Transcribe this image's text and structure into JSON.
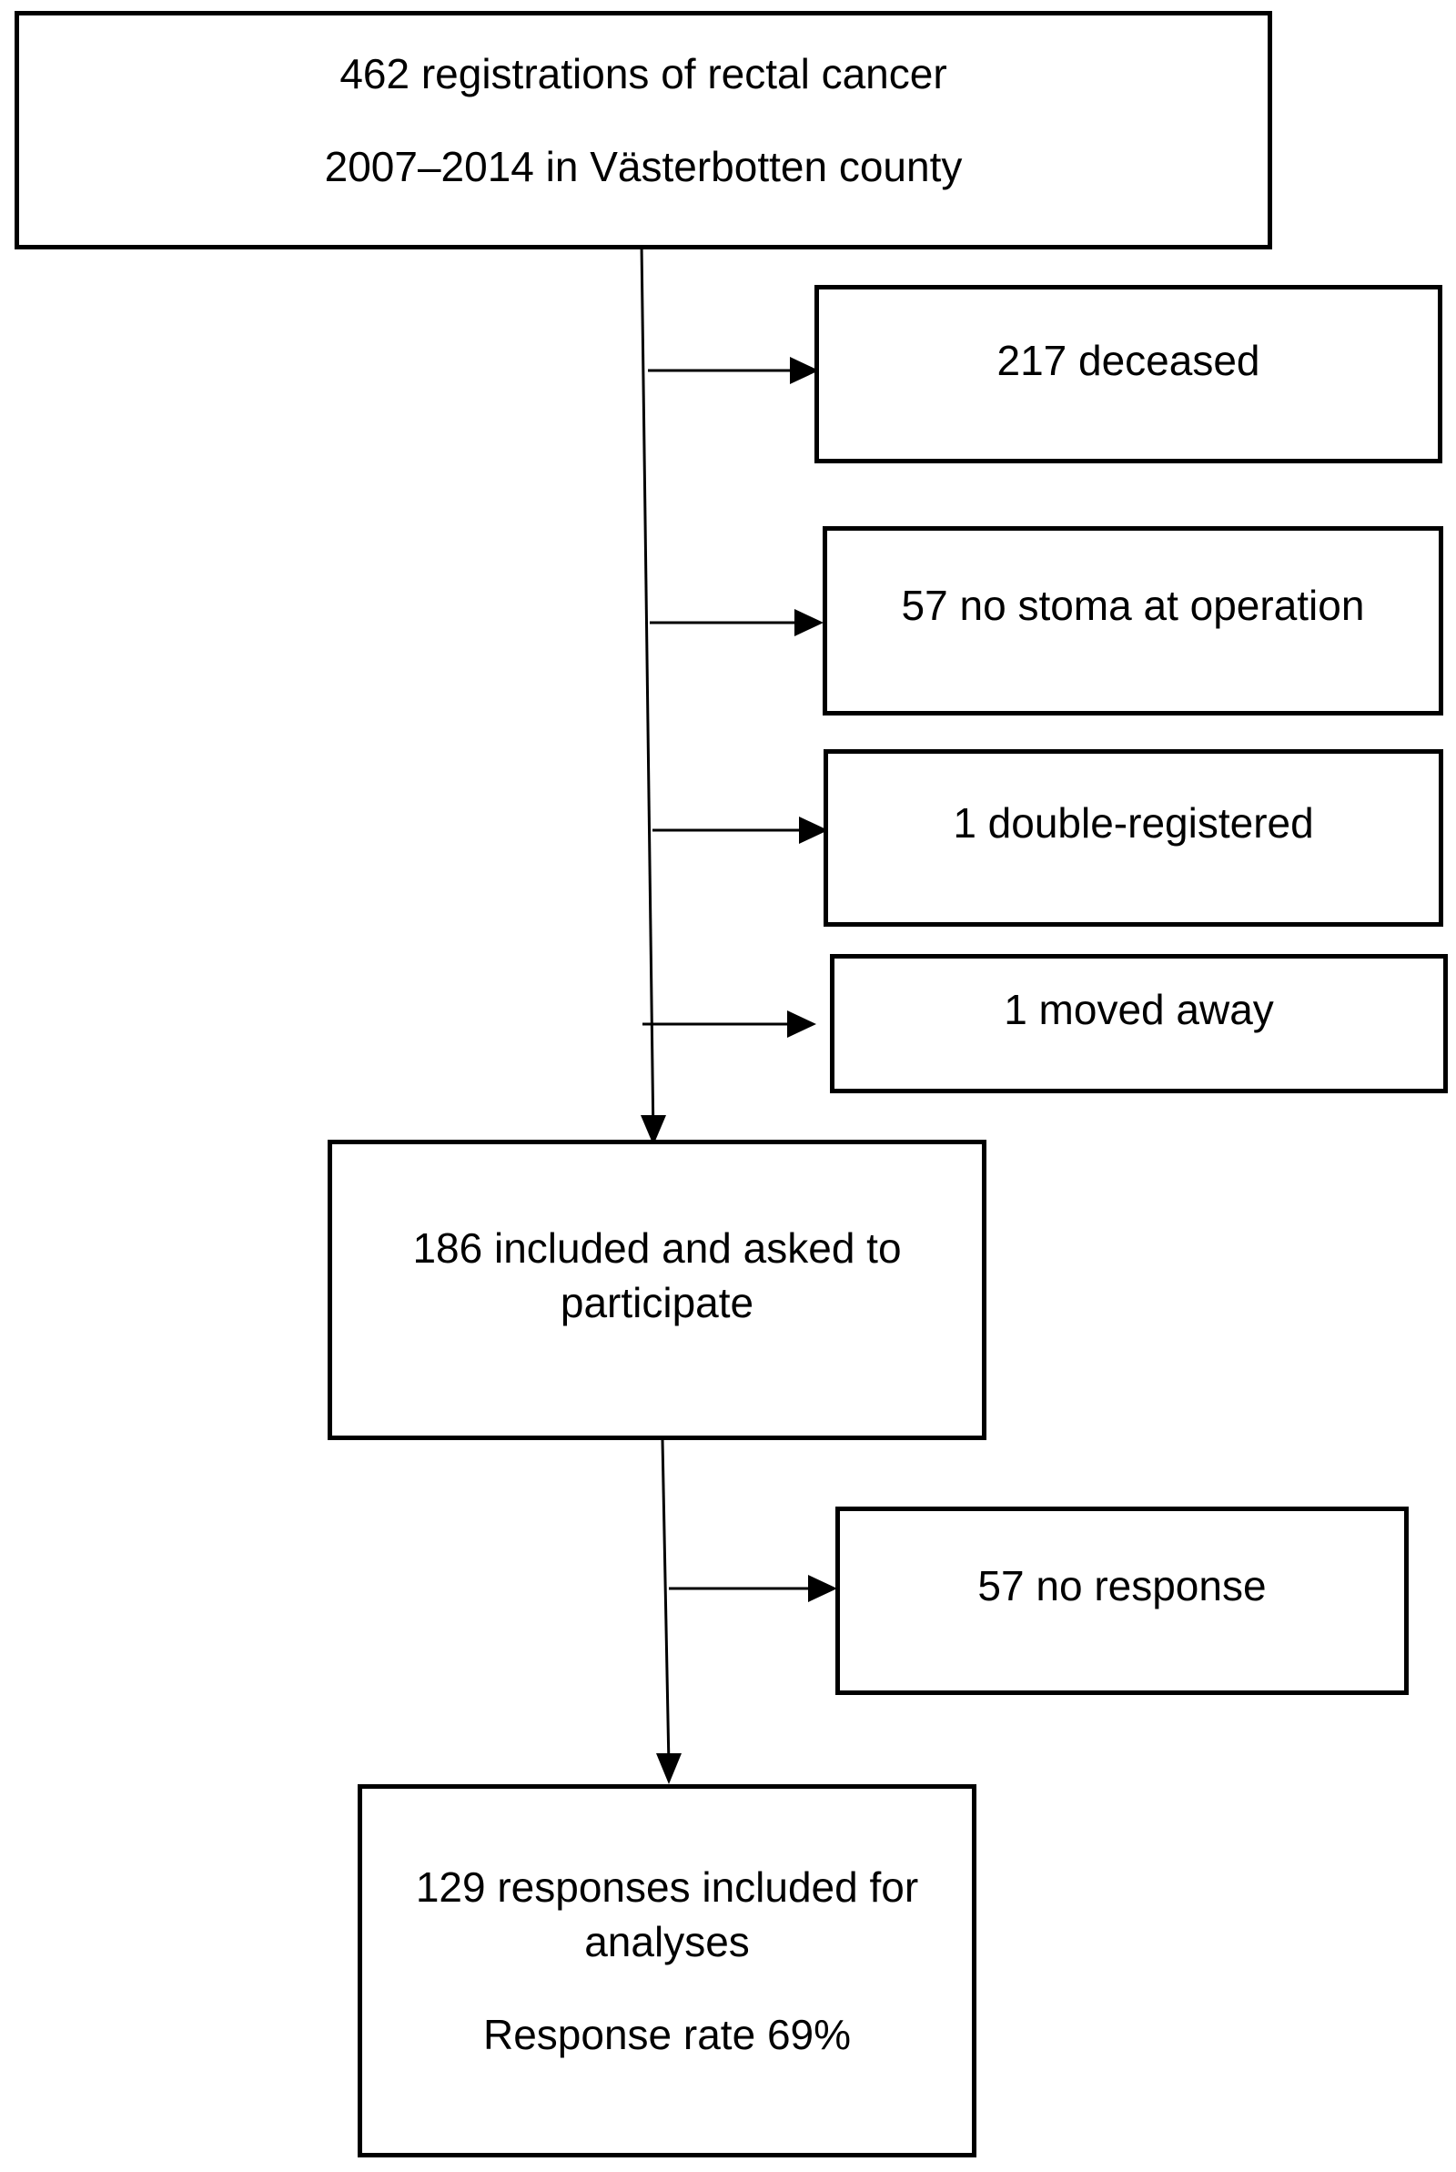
{
  "boxes": {
    "registrations": {
      "line1": "462 registrations of rectal cancer",
      "line2": "2007–2014 in Västerbotten county"
    },
    "deceased": {
      "text": "217 deceased"
    },
    "no_stoma": {
      "text": "57 no stoma at operation"
    },
    "double_registered": {
      "text": "1 double-registered"
    },
    "moved_away": {
      "text": "1 moved away"
    },
    "included": {
      "line1": "186 included and asked to",
      "line2": "participate"
    },
    "no_response": {
      "text": "57 no response"
    },
    "responses": {
      "line1": "129 responses included for",
      "line2": "analyses",
      "line3": "Response rate 69%"
    }
  },
  "colors": {
    "stroke": "#000000",
    "background": "#ffffff"
  }
}
